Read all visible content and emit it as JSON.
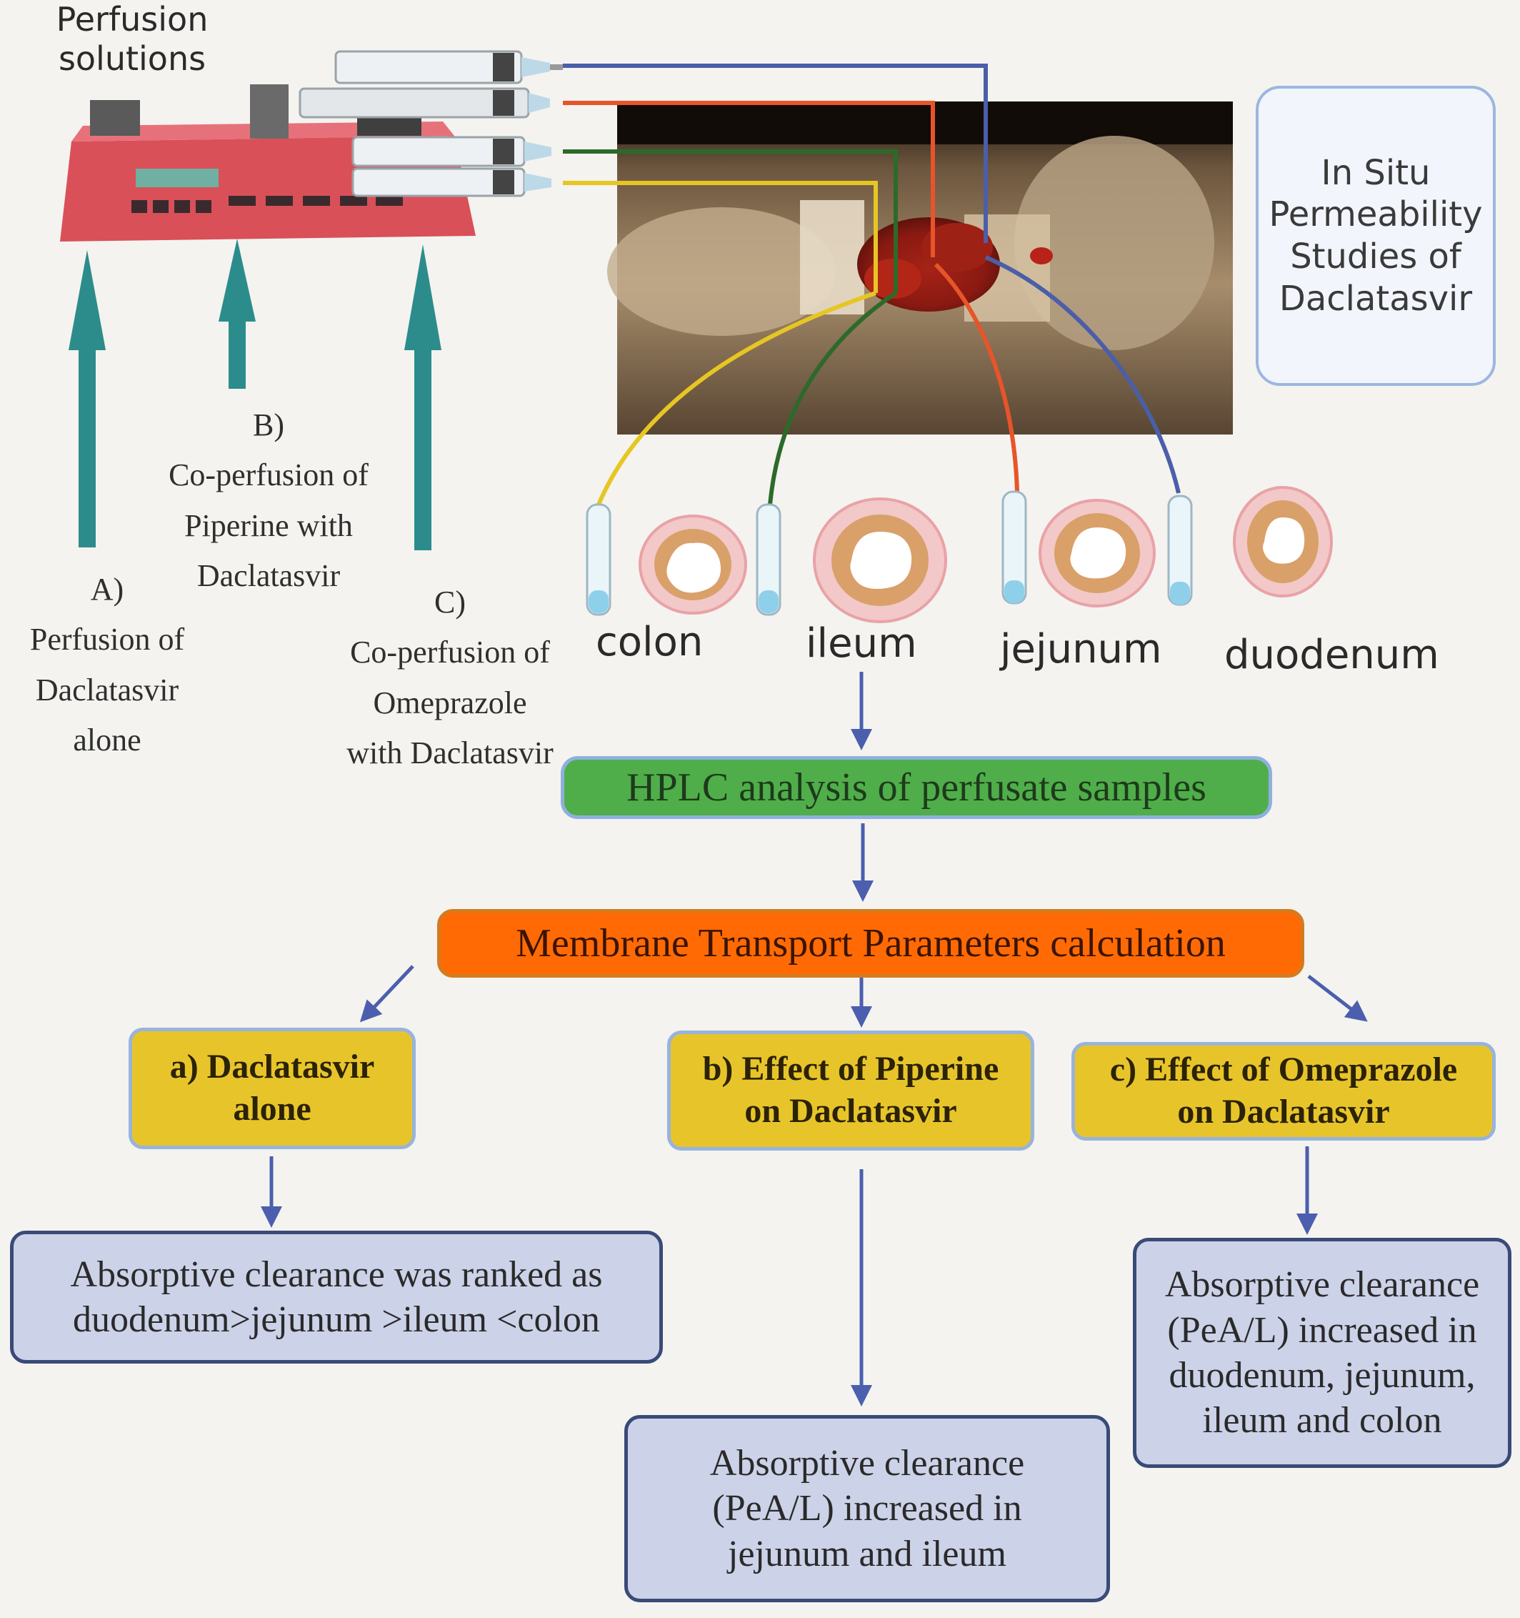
{
  "pump": {
    "title_lines": [
      "Perfusion",
      "solutions"
    ]
  },
  "groups": {
    "a_lines": [
      "A)",
      "Perfusion of",
      "Daclatasvir",
      "alone"
    ],
    "b_lines": [
      "B)",
      "Co-perfusion of",
      "Piperine with",
      "Daclatasvir"
    ],
    "c_lines": [
      "C)",
      "Co-perfusion  of",
      "Omeprazole",
      "with Daclatasvir"
    ]
  },
  "insitu": {
    "lines": [
      "In Situ",
      "Permeability",
      "Studies of",
      "Daclatasvir"
    ]
  },
  "segments": {
    "colon": "colon",
    "ileum": "ileum",
    "jejunum": "jejunum",
    "duodenum": "duodenum"
  },
  "flow": {
    "hplc": "HPLC analysis of perfusate samples",
    "mtp": "Membrane Transport Parameters calculation"
  },
  "outcomes": {
    "a_lines": [
      "a) Daclatasvir",
      "alone"
    ],
    "b_lines": [
      "b) Effect of Piperine",
      "on Daclatasvir"
    ],
    "c_lines": [
      "c) Effect of Omeprazole",
      "on Daclatasvir"
    ]
  },
  "results": {
    "a_lines": [
      "Absorptive clearance was  ranked as",
      "duodenum>jejunum >ileum <colon"
    ],
    "b_lines": [
      "Absorptive clearance",
      "(PeA/L) increased in",
      "jejunum and ileum"
    ],
    "c_lines": [
      "Absorptive clearance",
      "(PeA/L) increased in",
      "duodenum, jejunum,",
      "ileum and colon"
    ]
  },
  "colors": {
    "tube_blue": "#4a5fa8",
    "tube_orange": "#e8542a",
    "tube_green": "#2d6a2a",
    "tube_yellow": "#e6c623",
    "arrow_teal": "#2c8c8c",
    "flow_arrow": "#4b5fae"
  }
}
